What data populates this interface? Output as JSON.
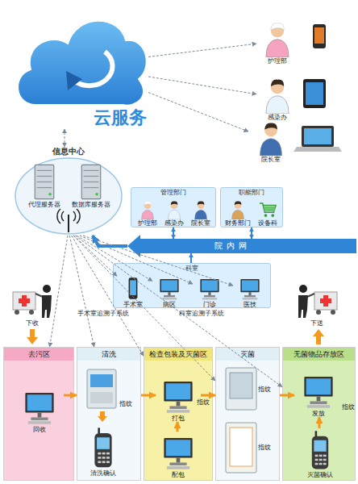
{
  "diagram": {
    "nodes": [
      {
        "text": [
          "云服务"
        ]
      },
      {
        "text": [
          "护理部"
        ]
      },
      {
        "text": [
          "感染办"
        ]
      },
      {
        "text": [
          "院长室"
        ]
      },
      {
        "text": [
          "信息中心"
        ]
      },
      {
        "text": [
          "代理服务器"
        ],
        "in": 4
      },
      {
        "text": [
          "数据库服务器"
        ],
        "in": 4
      },
      {
        "text": [
          "管理部门"
        ]
      },
      {
        "text": [
          "护理部"
        ],
        "in": 7
      },
      {
        "text": [
          "感染办"
        ],
        "in": 7
      },
      {
        "text": [
          "院长室"
        ],
        "in": 7
      },
      {
        "text": [
          "职能部门"
        ]
      },
      {
        "text": [
          "财务部门"
        ],
        "in": 11
      },
      {
        "text": [
          "设备科"
        ],
        "in": 11
      },
      {
        "text": [
          "院内网"
        ]
      },
      {
        "text": [
          "科室"
        ]
      },
      {
        "text": [
          "手术室"
        ],
        "in": 15
      },
      {
        "text": [
          "病区"
        ],
        "in": 15
      },
      {
        "text": [
          "门诊"
        ],
        "in": 15
      },
      {
        "text": [
          "医技"
        ],
        "in": 15
      },
      {
        "text": [
          "去污区"
        ]
      },
      {
        "text": [
          "回收"
        ],
        "in": 20
      },
      {
        "text": [
          "清洗"
        ]
      },
      {
        "text": [
          "清洗确认"
        ],
        "in": 22
      },
      {
        "text": [
          "检查包装及灭菌区"
        ]
      },
      {
        "text": [
          "打包"
        ],
        "in": 24
      },
      {
        "text": [
          "配包"
        ],
        "in": 24
      },
      {
        "text": [
          "灭菌"
        ]
      },
      {
        "text": [
          "无菌物品存放区"
        ]
      },
      {
        "text": [
          "发放"
        ],
        "in": 28
      },
      {
        "text": [
          "灭菌确认"
        ],
        "in": 28
      }
    ],
    "edges": [
      {
        "from": 0,
        "to": 1,
        "arrow": "to"
      },
      {
        "from": 0,
        "to": 2,
        "arrow": "to"
      },
      {
        "from": 0,
        "to": 3,
        "arrow": "to"
      },
      {
        "from": 4,
        "to": 0,
        "arrow": "both"
      },
      {
        "from": 14,
        "to": 4,
        "arrow": "to"
      },
      {
        "from": 14,
        "to": 7,
        "arrow": "both"
      },
      {
        "from": 14,
        "to": 11,
        "arrow": "both"
      },
      {
        "from": 15,
        "to": 14,
        "arrow": "to"
      },
      {
        "from": 4,
        "to": 16,
        "arrow": "to"
      },
      {
        "from": 4,
        "to": 17,
        "arrow": "to"
      },
      {
        "from": 4,
        "to": 18,
        "arrow": "to"
      },
      {
        "from": 4,
        "to": 19,
        "arrow": "to"
      },
      {
        "from": 4,
        "to": 20,
        "arrow": "to"
      },
      {
        "from": 4,
        "to": 22,
        "arrow": "to"
      },
      {
        "from": 4,
        "to": 24,
        "arrow": "to"
      },
      {
        "from": 4,
        "to": 27,
        "arrow": "to"
      },
      {
        "from": 4,
        "to": 28,
        "arrow": "to"
      },
      {
        "from": 21,
        "to": 22,
        "arrow": "to"
      },
      {
        "from": 22,
        "to": 25,
        "arrow": "to"
      },
      {
        "from": 25,
        "to": 27,
        "arrow": "to"
      },
      {
        "from": 27,
        "to": 29,
        "arrow": "to"
      },
      {
        "from": 26,
        "to": 25,
        "arrow": "to"
      },
      {
        "from": 30,
        "to": 29,
        "arrow": "to"
      }
    ],
    "labels": [
      "手术室追溯子系统",
      "科室追溯子系统",
      "下收",
      "下送",
      "指纹",
      "指纹",
      "指纹",
      "指纹",
      "指纹"
    ]
  }
}
